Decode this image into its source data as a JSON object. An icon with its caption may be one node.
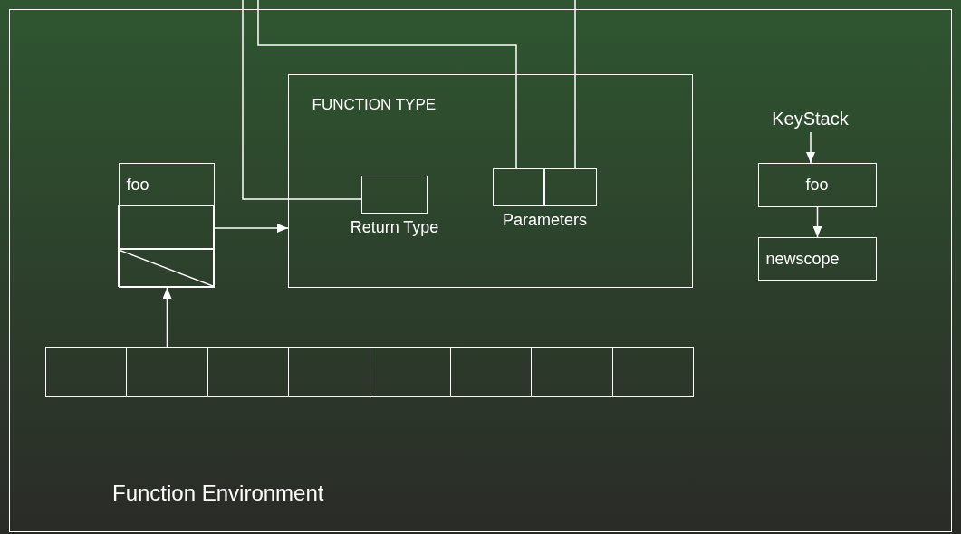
{
  "diagram": {
    "nodes": [
      {
        "text": [
          "Function Environment"
        ]
      },
      {
        "text": [
          "foo"
        ],
        "in": 0
      },
      {
        "text": [],
        "shape": "box",
        "in": 1
      },
      {
        "text": [],
        "shape": "box",
        "in": 1
      },
      {
        "text": [
          "FUNCTION TYPE"
        ],
        "in": 0
      },
      {
        "text": [
          "Return Type"
        ],
        "in": 4
      },
      {
        "text": [
          "Parameters"
        ],
        "in": 4
      },
      {
        "text": [],
        "shape": "box",
        "in": 6
      },
      {
        "text": [],
        "shape": "box",
        "in": 6
      },
      {
        "text": [
          "KeyStack"
        ],
        "in": 0
      },
      {
        "text": [
          "foo"
        ],
        "in": 0
      },
      {
        "text": [
          "newscope"
        ],
        "in": 0
      },
      {
        "text": [],
        "shape": "box",
        "in": 0
      },
      {
        "text": [],
        "shape": "box",
        "in": 0
      },
      {
        "text": [],
        "shape": "box",
        "in": 0
      },
      {
        "text": [],
        "shape": "box",
        "in": 0
      },
      {
        "text": [],
        "shape": "box",
        "in": 0
      },
      {
        "text": [],
        "shape": "box",
        "in": 0
      },
      {
        "text": [],
        "shape": "box",
        "in": 0
      },
      {
        "text": [],
        "shape": "box",
        "in": 0
      }
    ],
    "edges": [
      {
        "from": null,
        "to": 5,
        "arrow": "none"
      },
      {
        "from": null,
        "to": 7,
        "arrow": "none"
      },
      {
        "from": null,
        "to": 8,
        "arrow": "none"
      },
      {
        "from": 2,
        "to": 4,
        "arrow": "to"
      },
      {
        "from": 13,
        "to": 3,
        "arrow": "to"
      },
      {
        "from": 9,
        "to": 10,
        "arrow": "to"
      },
      {
        "from": 10,
        "to": 11,
        "arrow": "to"
      }
    ]
  }
}
